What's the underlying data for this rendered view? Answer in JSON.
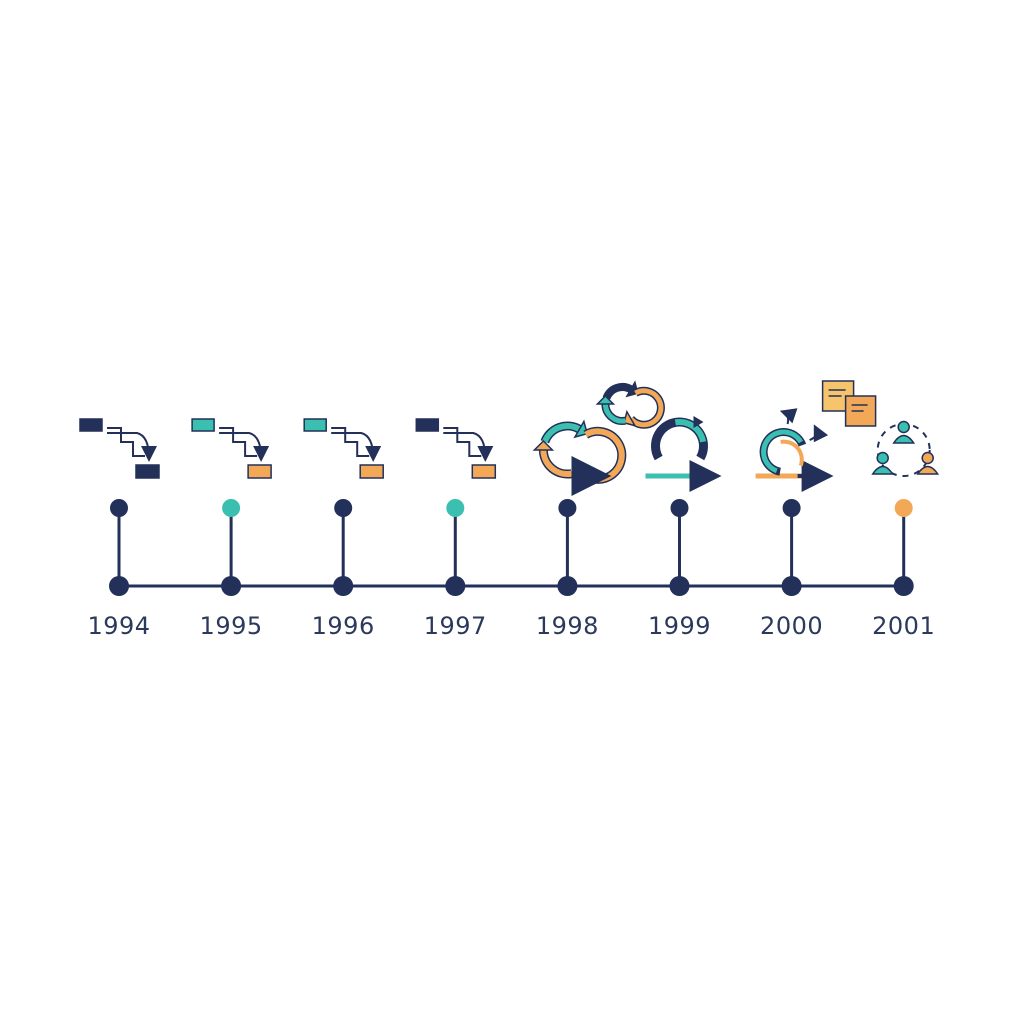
{
  "colors": {
    "navy": "#22305a",
    "teal": "#3bbfb0",
    "orange": "#f2a857",
    "line": "#22305a",
    "label": "#2b3a5c"
  },
  "milestones": [
    {
      "year": "1994",
      "icon": "waterfall-icon",
      "dot_color": "#22305a",
      "first_block": "#22305a",
      "last_block": "#22305a"
    },
    {
      "year": "1995",
      "icon": "waterfall-icon",
      "dot_color": "#3bbfb0",
      "first_block": "#3bbfb0",
      "last_block": "#f2a857"
    },
    {
      "year": "1996",
      "icon": "waterfall-icon",
      "dot_color": "#22305a",
      "first_block": "#3bbfb0",
      "last_block": "#f2a857"
    },
    {
      "year": "1997",
      "icon": "waterfall-icon",
      "dot_color": "#3bbfb0",
      "first_block": "#22305a",
      "last_block": "#f2a857"
    },
    {
      "year": "1998",
      "icon": "iterative-cycle-icon",
      "dot_color": "#22305a"
    },
    {
      "year": "1999",
      "icon": "sprint-loop-icon",
      "dot_color": "#22305a"
    },
    {
      "year": "2000",
      "icon": "feedback-loop-icon",
      "dot_color": "#22305a"
    },
    {
      "year": "2001",
      "icon": "team-collaboration-icon",
      "dot_color": "#f2a857"
    }
  ]
}
